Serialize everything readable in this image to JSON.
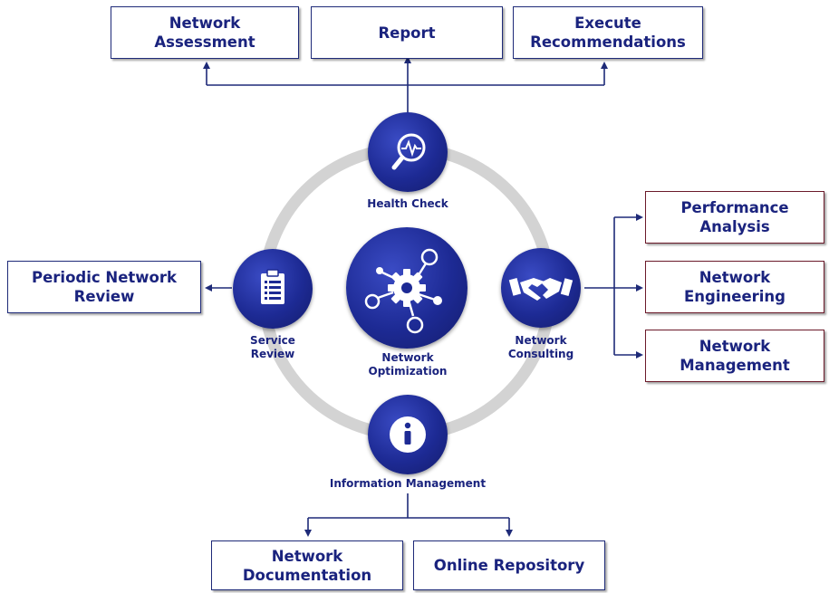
{
  "diagram": {
    "center": {
      "label": "Network\nOptimization",
      "icon": "network-gear-icon"
    },
    "nodes": {
      "health_check": {
        "label": "Health Check",
        "icon": "magnifier-pulse-icon"
      },
      "network_consulting": {
        "label": "Network\nConsulting",
        "icon": "handshake-icon"
      },
      "information_management": {
        "label": "Information Management",
        "icon": "info-icon"
      },
      "service_review": {
        "label": "Service\nReview",
        "icon": "clipboard-icon"
      }
    },
    "boxes": {
      "network_assessment": "Network\nAssessment",
      "report": "Report",
      "execute_recommendations": "Execute\nRecommendations",
      "performance_analysis": "Performance\nAnalysis",
      "network_engineering": "Network\nEngineering",
      "network_management": "Network\nManagement",
      "periodic_network_review": "Periodic Network\nReview",
      "network_documentation": "Network\nDocumentation",
      "online_repository": "Online Repository"
    },
    "colors": {
      "primary": "#1d2a94",
      "ring": "#d0d0d0",
      "text": "#1a237e",
      "box_border": "#1e2a78",
      "box_border_accent": "#6b1a2a"
    }
  }
}
